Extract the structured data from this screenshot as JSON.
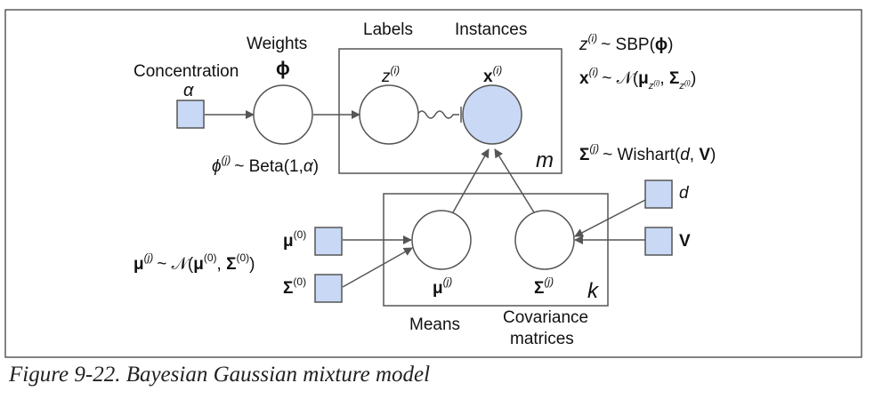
{
  "diagram": {
    "labels": {
      "concentration": "Concentration",
      "weights": "Weights",
      "labels": "Labels",
      "instances": "Instances",
      "means": "Means",
      "covariance_line1": "Covariance",
      "covariance_line2": "matrices"
    },
    "symbols": {
      "alpha": "α",
      "phi": "ϕ",
      "z": "z",
      "x": "x",
      "i": "(i)",
      "j": "(j)",
      "zero": "(0)",
      "mu": "μ",
      "sigma": "Σ",
      "m": "m",
      "k": "k",
      "d": "d",
      "V": "V",
      "phi_italic": "ϕ"
    },
    "equations": {
      "z_dist": "~ SBP(",
      "z_dist_close": ")",
      "x_dist": "~ 𝒩(",
      "x_dist_close": ")",
      "comma": ", ",
      "sigma_dist": "~ Wishart(",
      "sigma_dist_close": ")",
      "phi_dist": "~ Beta(1,",
      "phi_dist_close": ")",
      "mu_dist": "~ 𝒩(",
      "mu_dist_close": ")",
      "sub_z": "z",
      "sub_i": "(i)"
    },
    "colors": {
      "observed_fill": "#c9d9f5",
      "stroke": "#555555",
      "text": "#111111"
    }
  },
  "caption": "Figure 9-22. Bayesian Gaussian mixture model"
}
